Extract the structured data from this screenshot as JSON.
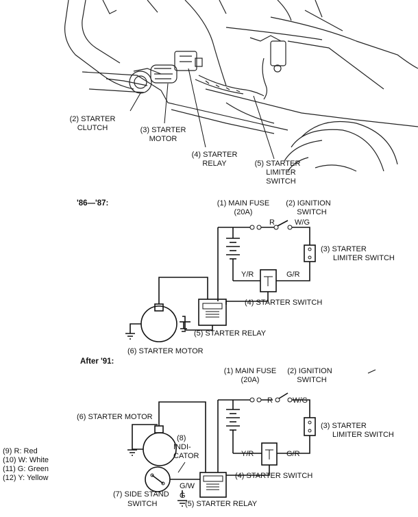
{
  "illustration": {
    "callouts": {
      "starter_clutch": [
        "(2) STARTER",
        "CLUTCH"
      ],
      "starter_motor": [
        "(3) STARTER",
        "MOTOR"
      ],
      "starter_relay": [
        "(4) STARTER",
        "RELAY"
      ],
      "starter_limiter_switch": [
        "(5) STARTER",
        "LIMITER",
        "SWITCH"
      ]
    }
  },
  "diagram_86_87": {
    "heading": "'86—'87:",
    "main_fuse": [
      "(1) MAIN FUSE",
      "(20A)"
    ],
    "ignition_switch": [
      "(2) IGNITION",
      "SWITCH"
    ],
    "starter_limiter_switch": [
      "(3) STARTER",
      "LIMITER SWITCH"
    ],
    "starter_switch": "(4) STARTER SWITCH",
    "starter_relay": "(5) STARTER RELAY",
    "starter_motor": "(6) STARTER MOTOR",
    "wires": {
      "r": "R",
      "wg": "W/G",
      "yr": "Y/R",
      "gr": "G/R"
    }
  },
  "diagram_after_91": {
    "heading": "After '91:",
    "main_fuse": [
      "(1) MAIN FUSE",
      "(20A)"
    ],
    "ignition_switch": [
      "(2) IGNITION",
      "SWITCH"
    ],
    "starter_motor": "(6) STARTER MOTOR",
    "indicator": [
      "(8)",
      "INDI-",
      "CATOR"
    ],
    "starter_limiter_switch": [
      "(3) STARTER",
      "LIMITER SWITCH"
    ],
    "starter_switch": "(4) STARTER SWITCH",
    "side_stand_switch": [
      "(7) SIDE STAND",
      "SWITCH"
    ],
    "starter_relay": "(5) STARTER RELAY",
    "wires": {
      "r": "R",
      "wg": "W/G",
      "yr": "Y/R",
      "gr": "G/R",
      "gw": "G/W",
      "g": "G"
    }
  },
  "color_legend": [
    "(9) R: Red",
    "(10) W: White",
    "(11) G: Green",
    "(12) Y: Yellow"
  ]
}
